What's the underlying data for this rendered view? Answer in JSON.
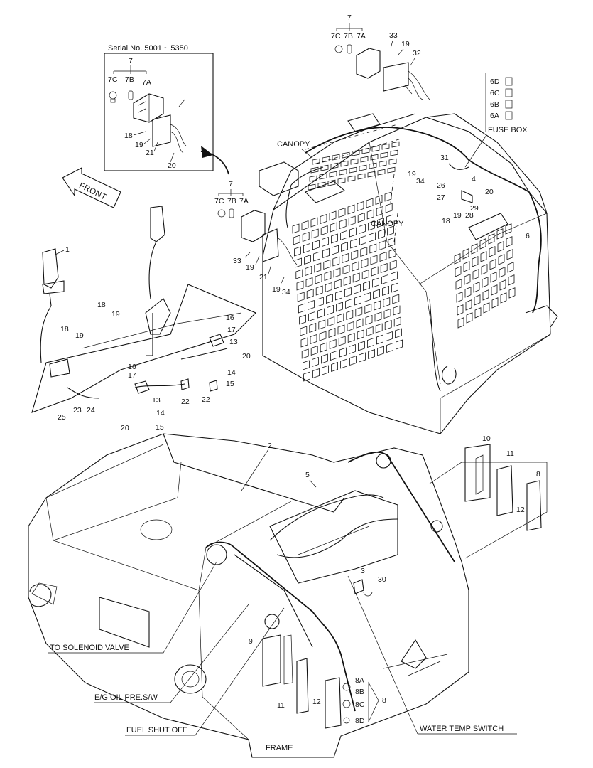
{
  "callouts": {
    "inset_serial": "Serial No. 5001 ~ 5350",
    "front": "FRONT",
    "canopy_top": "CANOPY",
    "canopy_mid": "CANOPY",
    "fuse_box": "FUSE BOX",
    "to_solenoid_valve": "TO SOLENOID VALVE",
    "eg_oil_pres_sw": "E/G OIL PRE.S/W",
    "fuel_shut_off": "FUEL SHUT OFF",
    "water_temp_switch": "WATER TEMP SWITCH",
    "frame": "FRAME"
  },
  "part_numbers": {
    "inset_7": "7",
    "inset_7c": "7C",
    "inset_7b": "7B",
    "inset_7a": "7A",
    "inset_18": "18",
    "inset_19": "19",
    "inset_21": "21",
    "inset_20": "20",
    "top_7": "7",
    "top_7c": "7C",
    "top_7b": "7B",
    "top_7a": "7A",
    "top_33": "33",
    "top_19": "19",
    "top_32": "32",
    "fuse_6d": "6D",
    "fuse_6c": "6C",
    "fuse_6b": "6B",
    "fuse_6a": "6A",
    "c_31": "31",
    "c_4": "4",
    "c_26": "26",
    "c_27": "27",
    "c_20": "20",
    "c_29": "29",
    "c_28": "28",
    "c_19a": "19",
    "c_18a": "18",
    "c_19b": "19",
    "c_34a": "34",
    "c_6": "6",
    "m_7": "7",
    "m_7c": "7C",
    "m_7b": "7B",
    "m_7a": "7A",
    "m_33": "33",
    "m_19": "19",
    "m_21": "21",
    "m_19b": "19",
    "m_34": "34",
    "l_1": "1",
    "l_18a": "18",
    "l_19a": "19",
    "l_18b": "18",
    "l_19b": "19",
    "l_16a": "16",
    "l_17a": "17",
    "l_13a": "13",
    "l_20a": "20",
    "l_14a": "14",
    "l_15a": "15",
    "l_22a": "22",
    "l_16b": "16",
    "l_17b": "17",
    "l_13b": "13",
    "l_22b": "22",
    "l_14b": "14",
    "l_15b": "15",
    "l_20b": "20",
    "l_25": "25",
    "l_23": "23",
    "l_24": "24",
    "f_2": "2",
    "f_5": "5",
    "f_3": "3",
    "f_30": "30",
    "f_9": "9",
    "f_10": "10",
    "f_11a": "11",
    "f_8a": "8",
    "f_12a": "12",
    "f_8A": "8A",
    "f_8B": "8B",
    "f_8C": "8C",
    "f_8D": "8D",
    "f_8b": "8",
    "f_11b": "11",
    "f_12b": "12"
  }
}
